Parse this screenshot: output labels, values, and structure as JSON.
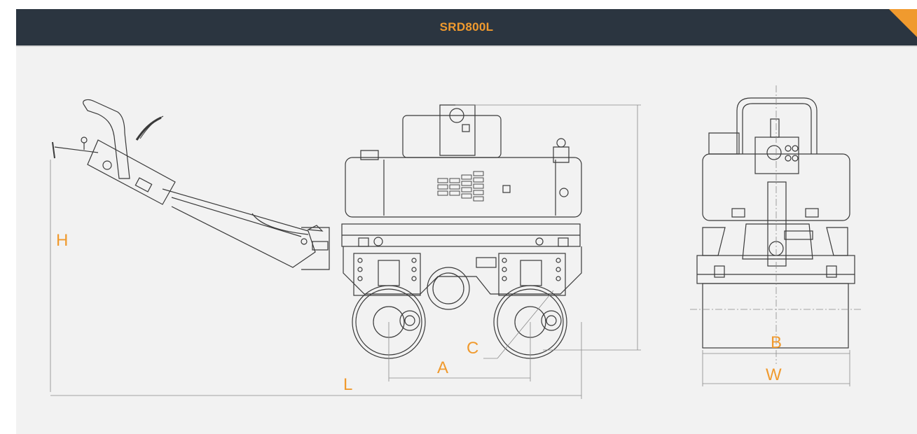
{
  "header": {
    "title": "SRD800L"
  },
  "dimensions": {
    "H": "H",
    "L": "L",
    "A": "A",
    "C": "C",
    "B": "B",
    "W": "W"
  },
  "colors": {
    "accent": "#f09a2e",
    "header_bg": "#2b3540",
    "panel_bg": "#f2f2f2",
    "line": "#3a3a3a"
  }
}
